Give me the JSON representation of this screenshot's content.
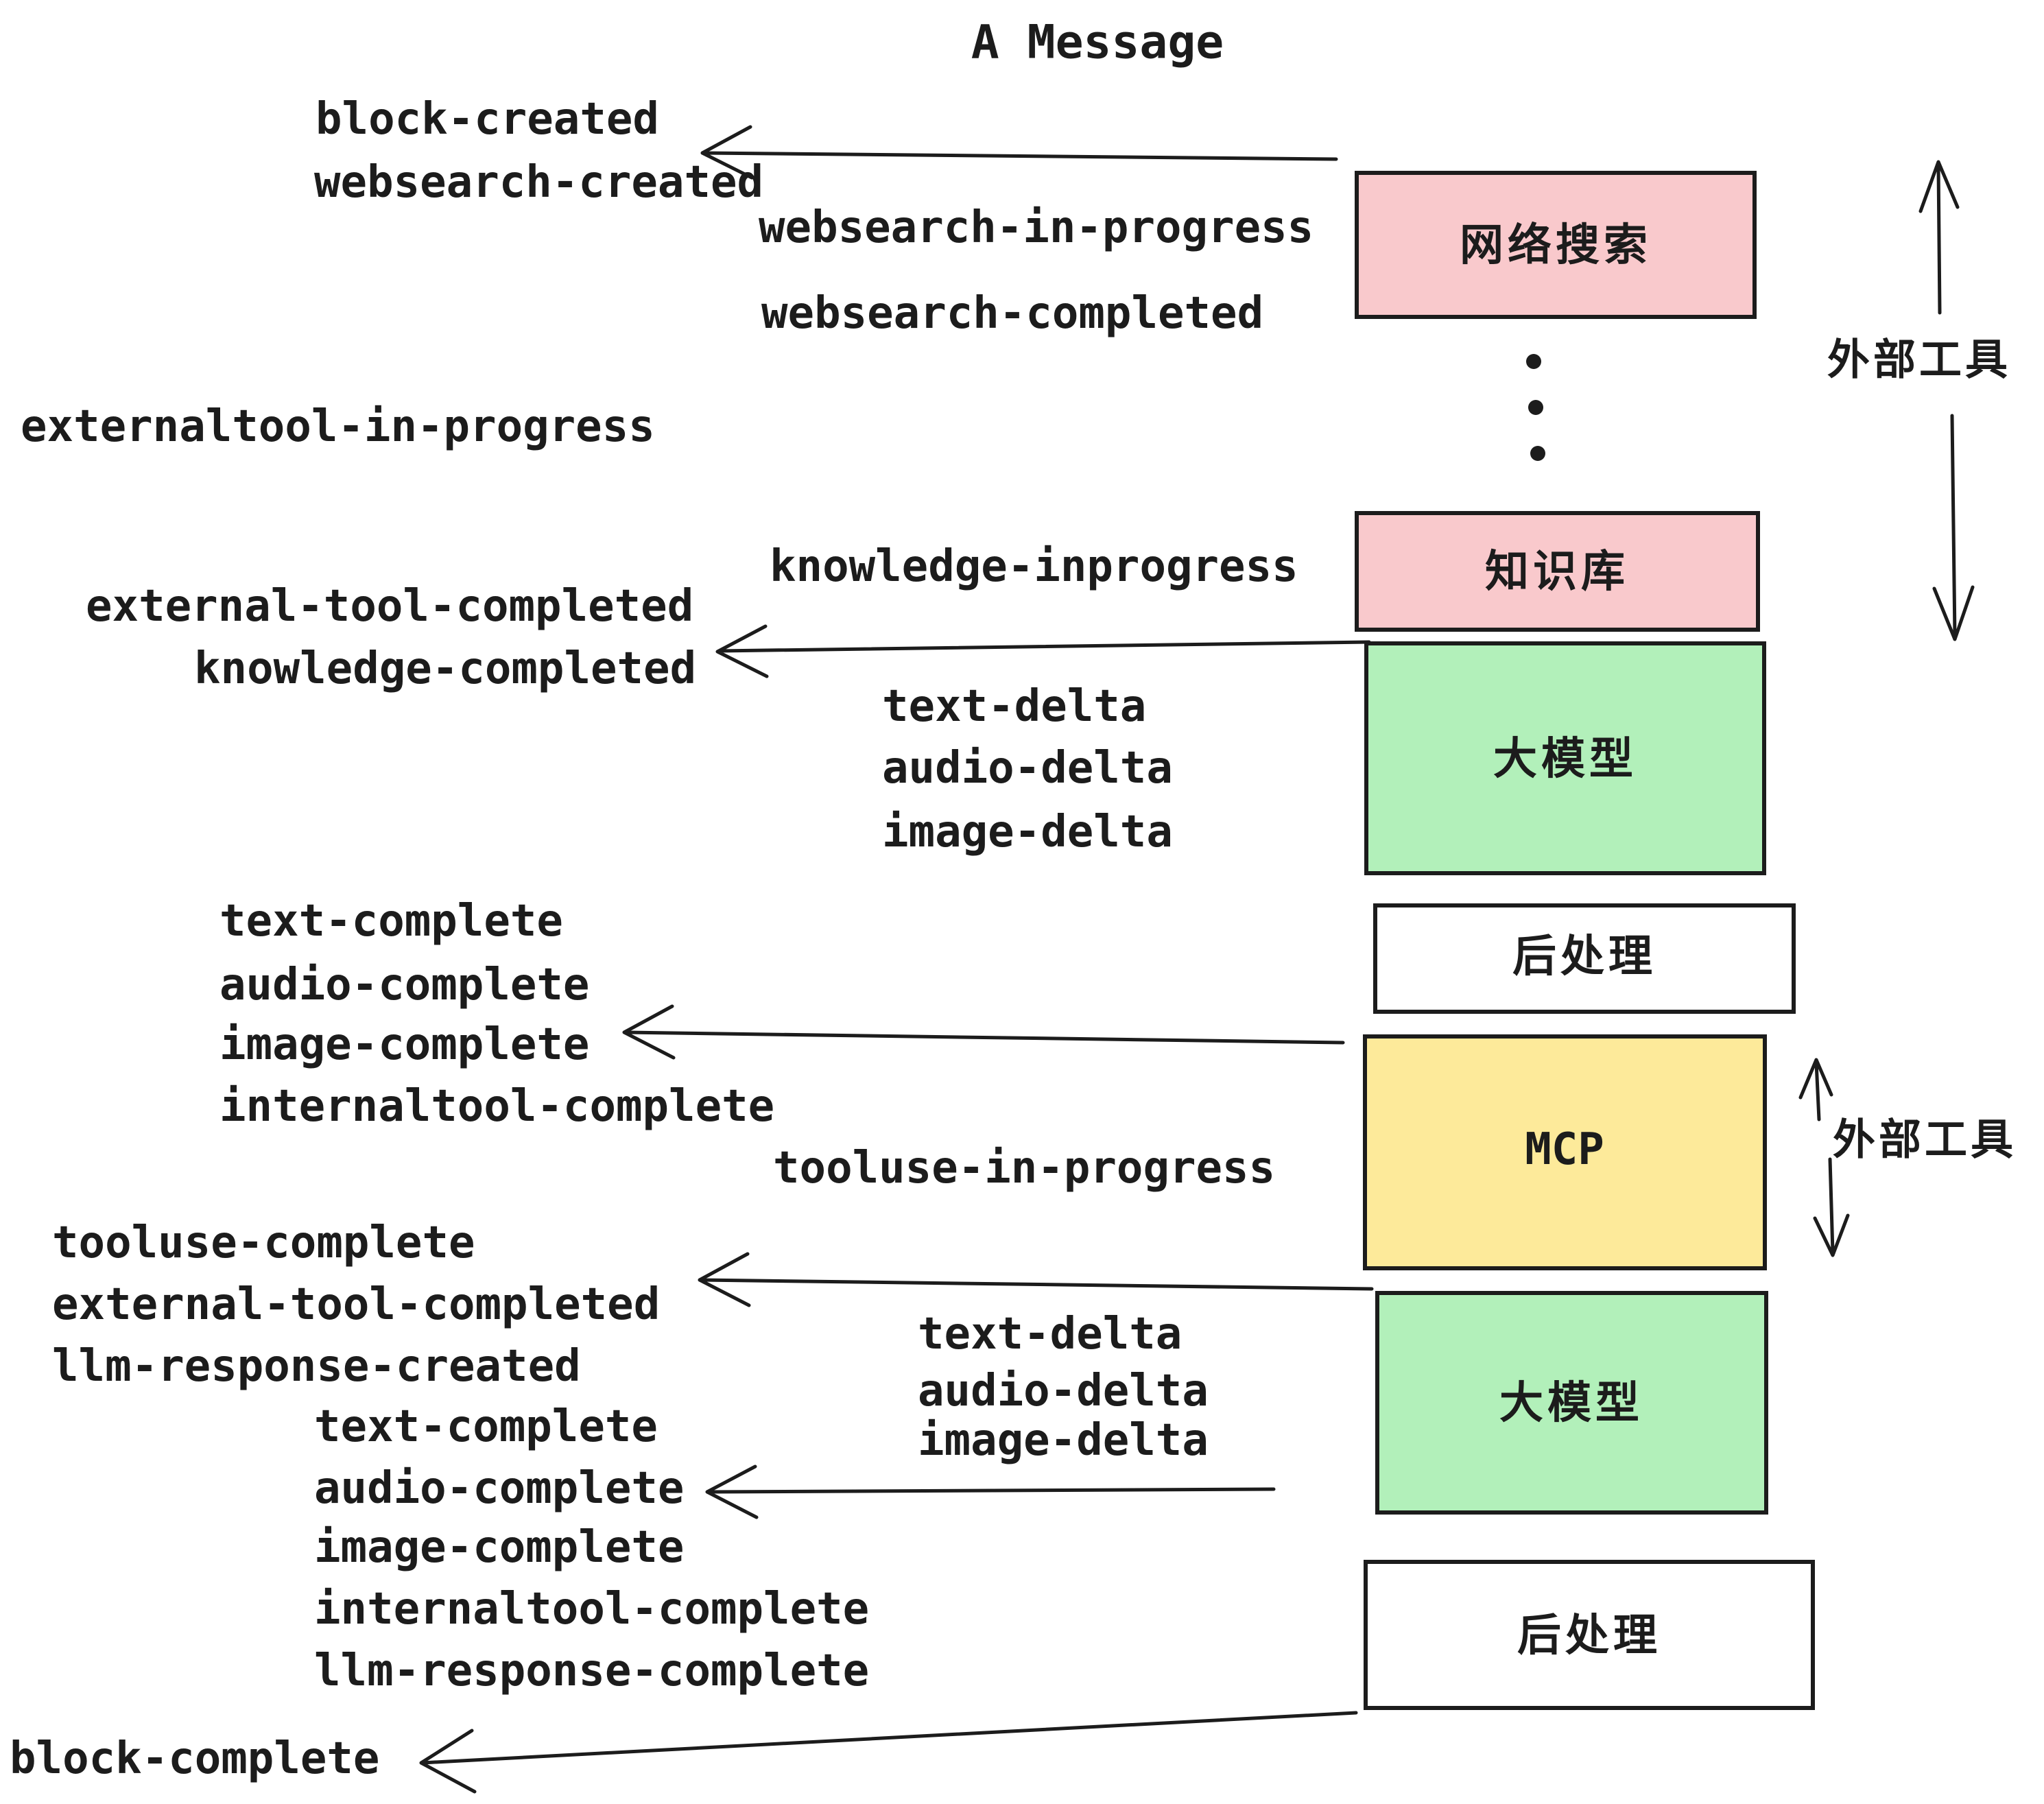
{
  "title": "A Message",
  "colors": {
    "pink": "#f9c9cc",
    "green": "#b2f0ba",
    "yellow": "#fdea9a",
    "white": "#ffffff",
    "ink": "#1c1c1c"
  },
  "boxes": {
    "websearch": "网络搜索",
    "knowledge": "知识库",
    "llm": "大模型",
    "post": "后处理",
    "mcp": "MCP"
  },
  "side_labels": {
    "external_tools": "外部工具"
  },
  "events": {
    "block_created": "block-created",
    "websearch_created": "websearch-created",
    "websearch_in_progress": "websearch-in-progress",
    "websearch_completed": "websearch-completed",
    "externaltool_in_progress": "externaltool-in-progress",
    "knowledge_inprogress": "knowledge-inprogress",
    "external_tool_completed": "external-tool-completed",
    "knowledge_completed": "knowledge-completed",
    "text_delta": "text-delta",
    "audio_delta": "audio-delta",
    "image_delta": "image-delta",
    "text_complete": "text-complete",
    "audio_complete": "audio-complete",
    "image_complete": "image-complete",
    "internaltool_complete": "internaltool-complete",
    "tooluse_in_progress": "tooluse-in-progress",
    "tooluse_complete": "tooluse-complete",
    "llm_response_created": "llm-response-created",
    "llm_response_complete": "llm-response-complete",
    "block_complete": "block-complete"
  }
}
